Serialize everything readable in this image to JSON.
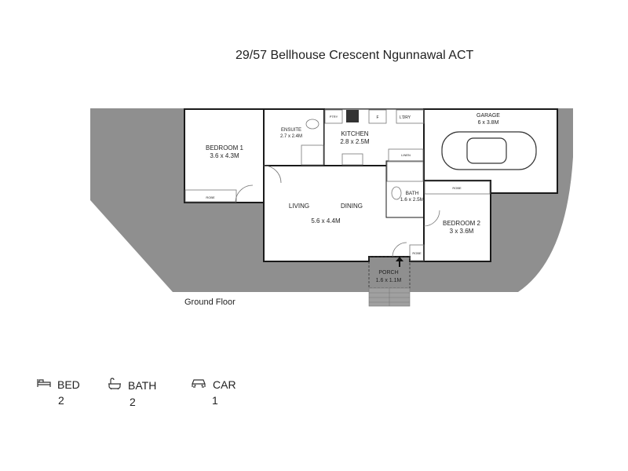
{
  "title": "29/57 Bellhouse Crescent Ngunnawal ACT",
  "floor_label": "Ground Floor",
  "rooms": {
    "bedroom1": {
      "name": "BEDROOM 1",
      "size": "3.6 x 4.3M"
    },
    "ensuite": {
      "name": "ENSUITE",
      "size": "2.7 x 2.4M"
    },
    "kitchen": {
      "name": "KITCHEN",
      "size": "2.8 x 2.5M"
    },
    "living": {
      "name": "LIVING"
    },
    "dining": {
      "name": "DINING"
    },
    "living_dining_size": "5.6 x 4.4M",
    "bath": {
      "name": "BATH",
      "size": "1.6 x 2.5M"
    },
    "bedroom2": {
      "name": "BEDROOM 2",
      "size": "3 x 3.6M"
    },
    "garage": {
      "name": "GARAGE",
      "size": "6 x 3.8M"
    },
    "porch": {
      "name": "PORCH",
      "size": "1.6 x 1.1M"
    }
  },
  "fixtures": {
    "robe": "ROBE",
    "pantry": "PTRY",
    "fridge": "F",
    "laundry": "L'DRY",
    "linen": "LINEN"
  },
  "stats": [
    {
      "icon": "bed-icon",
      "label": "BED",
      "value": "2"
    },
    {
      "icon": "bath-icon",
      "label": "BATH",
      "value": "2"
    },
    {
      "icon": "car-icon",
      "label": "CAR",
      "value": "1"
    }
  ],
  "colors": {
    "ground": "#8f8f8f",
    "wall": "#1a1a1a"
  }
}
